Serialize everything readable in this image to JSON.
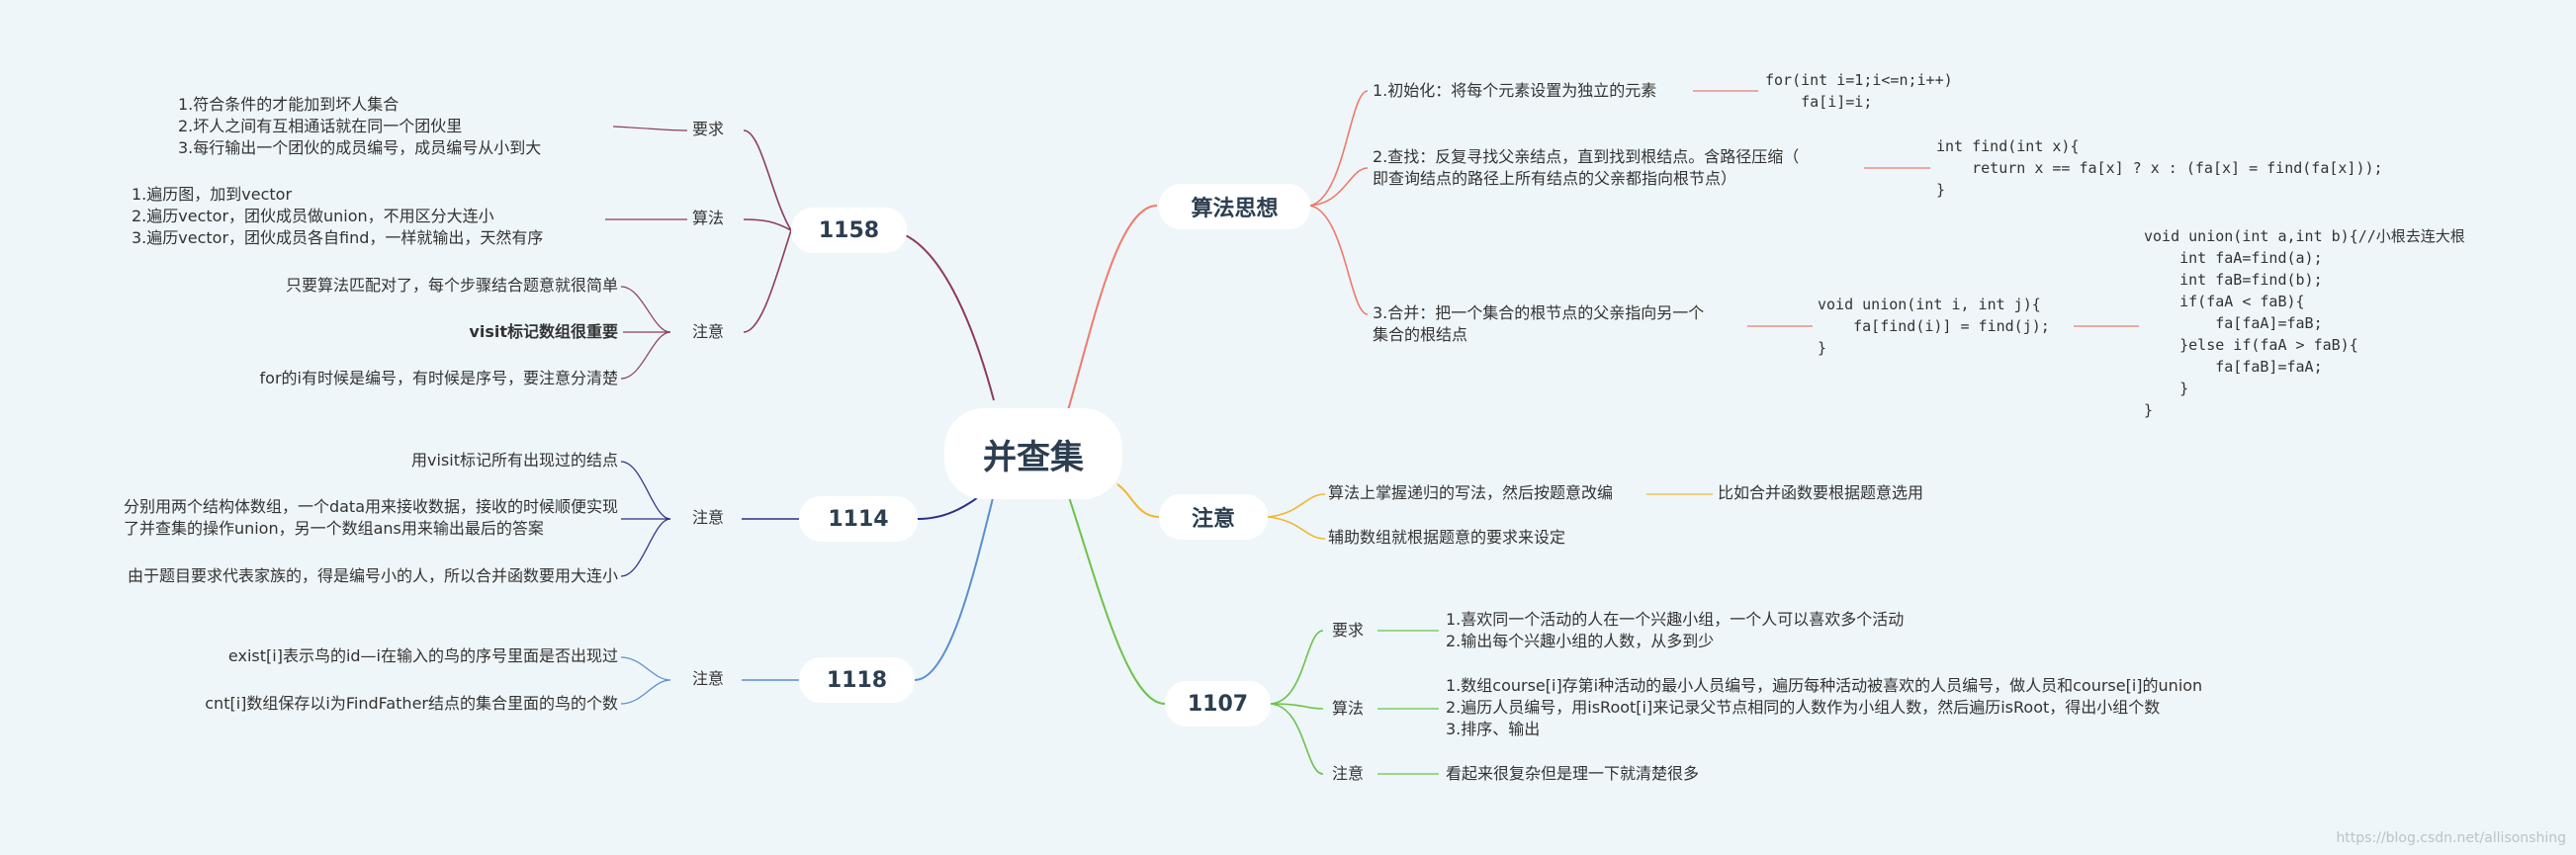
{
  "root": "并查集",
  "branches": {
    "b1158": {
      "title": "1158",
      "yaoqiu_label": "要求",
      "yaoqiu_text": "1.符合条件的才能加到坏人集合\n2.坏人之间有互相通话就在同一个团伙里\n3.每行输出一个团伙的成员编号，成员编号从小到大",
      "suanfa_label": "算法",
      "suanfa_text": "1.遍历图，加到vector\n2.遍历vector，团伙成员做union，不用区分大连小\n3.遍历vector，团伙成员各自find，一样就输出，天然有序",
      "zhuyi_label": "注意",
      "zhuyi_1": "只要算法匹配对了，每个步骤结合题意就很简单",
      "zhuyi_2": "visit标记数组很重要",
      "zhuyi_3": "for的i有时候是编号，有时候是序号，要注意分清楚"
    },
    "b1114": {
      "title": "1114",
      "zhuyi_label": "注意",
      "zhuyi_1": "用visit标记所有出现过的结点",
      "zhuyi_2": "分别用两个结构体数组，一个data用来接收数据，接收的时候顺便实现\n了并查集的操作union，另一个数组ans用来输出最后的答案",
      "zhuyi_3": "由于题目要求代表家族的，得是编号小的人，所以合并函数要用大连小"
    },
    "b1118": {
      "title": "1118",
      "zhuyi_label": "注意",
      "zhuyi_1": "exist[i]表示鸟的id—i在输入的鸟的序号里面是否出现过",
      "zhuyi_2": "cnt[i]数组保存以i为FindFather结点的集合里面的鸟的个数"
    },
    "idea": {
      "title": "算法思想",
      "init_text": "1.初始化：将每个元素设置为独立的元素",
      "init_code": "for(int i=1;i<=n;i++)\n    fa[i]=i;",
      "find_text": "2.查找：反复寻找父亲结点，直到找到根结点。含路径压缩（\n即查询结点的路径上所有结点的父亲都指向根节点）",
      "find_code": "int find(int x){\n    return x == fa[x] ? x : (fa[x] = find(fa[x]));\n}",
      "union_text": "3.合并：把一个集合的根节点的父亲指向另一个\n集合的根结点",
      "union_code": "void union(int i, int j){\n    fa[find(i)] = find(j);\n}",
      "union2_code": "void union(int a,int b){//小根去连大根\n    int faA=find(a);\n    int faB=find(b);\n    if(faA < faB){\n        fa[faA]=faB;\n    }else if(faA > faB){\n        fa[faB]=faA;\n    }\n}"
    },
    "note": {
      "title": "注意",
      "item1": "算法上掌握递归的写法，然后按题意改编",
      "item1_child": "比如合并函数要根据题意选用",
      "item2": "辅助数组就根据题意的要求来设定"
    },
    "b1107": {
      "title": "1107",
      "yaoqiu_label": "要求",
      "yaoqiu_text": "1.喜欢同一个活动的人在一个兴趣小组，一个人可以喜欢多个活动\n2.输出每个兴趣小组的人数，从多到少",
      "suanfa_label": "算法",
      "suanfa_text": "1.数组course[i]存第i种活动的最小人员编号，遍历每种活动被喜欢的人员编号，做人员和course[i]的union\n2.遍历人员编号，用isRoot[i]来记录父节点相同的人数作为小组人数，然后遍历isRoot，得出小组个数\n3.排序、输出",
      "zhuyi_label": "注意",
      "zhuyi_text": "看起来很复杂但是理一下就清楚很多"
    }
  },
  "colors": {
    "background": "#eef6f9",
    "b1158": "#8e3b5e",
    "b1114": "#2e2d86",
    "b1118": "#5b8ed0",
    "idea": "#f07a6a",
    "note": "#f2b632",
    "b1107": "#6cc24a"
  },
  "watermark": "https://blog.csdn.net/allisonshing"
}
